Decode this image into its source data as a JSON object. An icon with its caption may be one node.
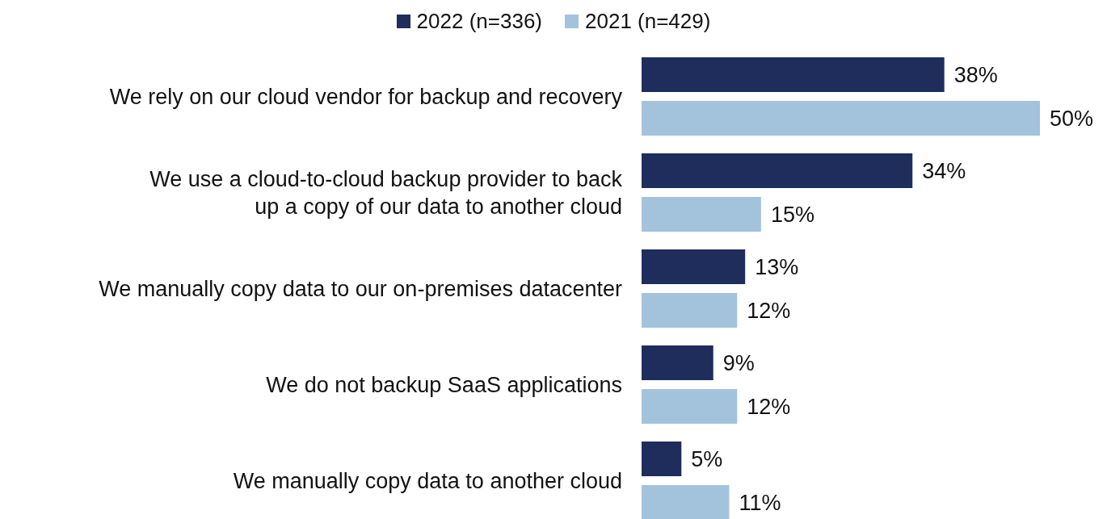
{
  "diagram": {
    "chart_data": {
      "type": "bar",
      "orientation": "horizontal",
      "legend": "top",
      "categories": [
        "We rely on our cloud vendor for backup and recovery",
        "We use a cloud-to-cloud backup provider to back up a copy of our data to another cloud",
        "We manually copy data to our on-premises datacenter",
        "We do not backup SaaS applications",
        "We manually copy data to another cloud"
      ],
      "series": [
        {
          "name": "2022 (n=336)",
          "color": "#1e2d5c",
          "values": [
            38,
            34,
            13,
            9,
            5
          ],
          "value_labels": [
            "38%",
            "34%",
            "13%",
            "9%",
            "5%"
          ]
        },
        {
          "name": "2021 (n=429)",
          "color": "#a3c3dc",
          "values": [
            50,
            15,
            12,
            12,
            11
          ],
          "value_labels": [
            "50%",
            "15%",
            "12%",
            "12%",
            "11%"
          ]
        }
      ]
    }
  }
}
